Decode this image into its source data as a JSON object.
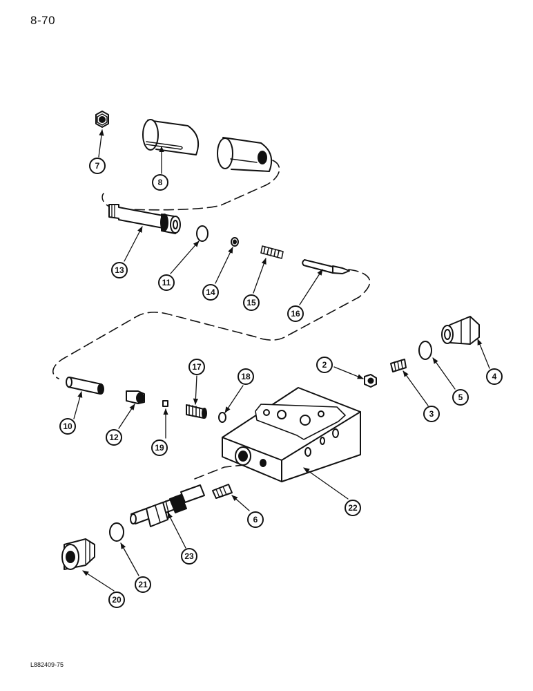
{
  "page": {
    "number": "8-70",
    "figure_code": "L882409-75"
  },
  "callouts": [
    "2",
    "3",
    "4",
    "5",
    "6",
    "7",
    "8",
    "10",
    "11",
    "12",
    "13",
    "14",
    "15",
    "16",
    "17",
    "18",
    "19",
    "20",
    "21",
    "22",
    "23"
  ]
}
